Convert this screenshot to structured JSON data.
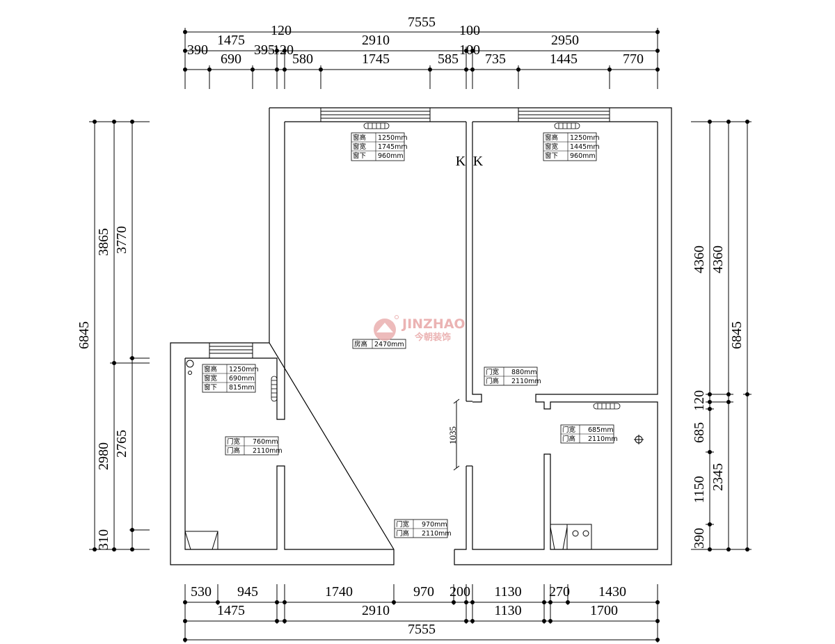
{
  "dims": {
    "top": {
      "row1": [
        "7555"
      ],
      "row2": [
        "1475",
        "120",
        "2910",
        "100",
        "2950"
      ],
      "row3": [
        "390",
        "690",
        "395",
        "120",
        "580",
        "1745",
        "585",
        "100",
        "735",
        "1445",
        "770"
      ]
    },
    "bottom": {
      "row1": [
        "530",
        "945",
        "1740",
        "970",
        "200",
        "1130",
        "270",
        "1430"
      ],
      "row2": [
        "1475",
        "2910",
        "1130",
        "1700"
      ],
      "row3": [
        "7555"
      ]
    },
    "left": {
      "outer": [
        "6845"
      ],
      "mid": [
        "3865",
        "2980"
      ],
      "inner": [
        "3770",
        "2765",
        "310"
      ]
    },
    "right": {
      "inner": [
        "4360",
        "120",
        "685",
        "1150",
        "390"
      ],
      "mid": [
        "4360",
        "2345"
      ],
      "outer": [
        "6845"
      ]
    },
    "door_vertical": "1035"
  },
  "windows": {
    "w1": [
      {
        "k": "窗高",
        "v": "1250mm"
      },
      {
        "k": "窗宽",
        "v": "1745mm"
      },
      {
        "k": "窗下",
        "v": "960mm"
      }
    ],
    "w2": [
      {
        "k": "窗高",
        "v": "1250mm"
      },
      {
        "k": "窗宽",
        "v": "1445mm"
      },
      {
        "k": "窗下",
        "v": "960mm"
      }
    ],
    "w3": [
      {
        "k": "窗高",
        "v": "1250mm"
      },
      {
        "k": "窗宽",
        "v": "690mm"
      },
      {
        "k": "窗下",
        "v": "815mm"
      }
    ]
  },
  "doors": {
    "d1": [
      {
        "k": "门宽",
        "v": "880mm"
      },
      {
        "k": "门高",
        "v": "2110mm"
      }
    ],
    "d2": [
      {
        "k": "门宽",
        "v": "685mm"
      },
      {
        "k": "门高",
        "v": "2110mm"
      }
    ],
    "d3": [
      {
        "k": "门宽",
        "v": "760mm"
      },
      {
        "k": "门高",
        "v": "2110mm"
      }
    ],
    "d4": [
      {
        "k": "门宽",
        "v": "970mm"
      },
      {
        "k": "门高",
        "v": "2110mm"
      }
    ]
  },
  "room_height": {
    "k": "房高",
    "v": "2470mm"
  },
  "markers": [
    "K",
    "K"
  ],
  "logo": {
    "text": "JINZHAO",
    "cn": "今朝装饰",
    "color": "#e8a6a6"
  }
}
